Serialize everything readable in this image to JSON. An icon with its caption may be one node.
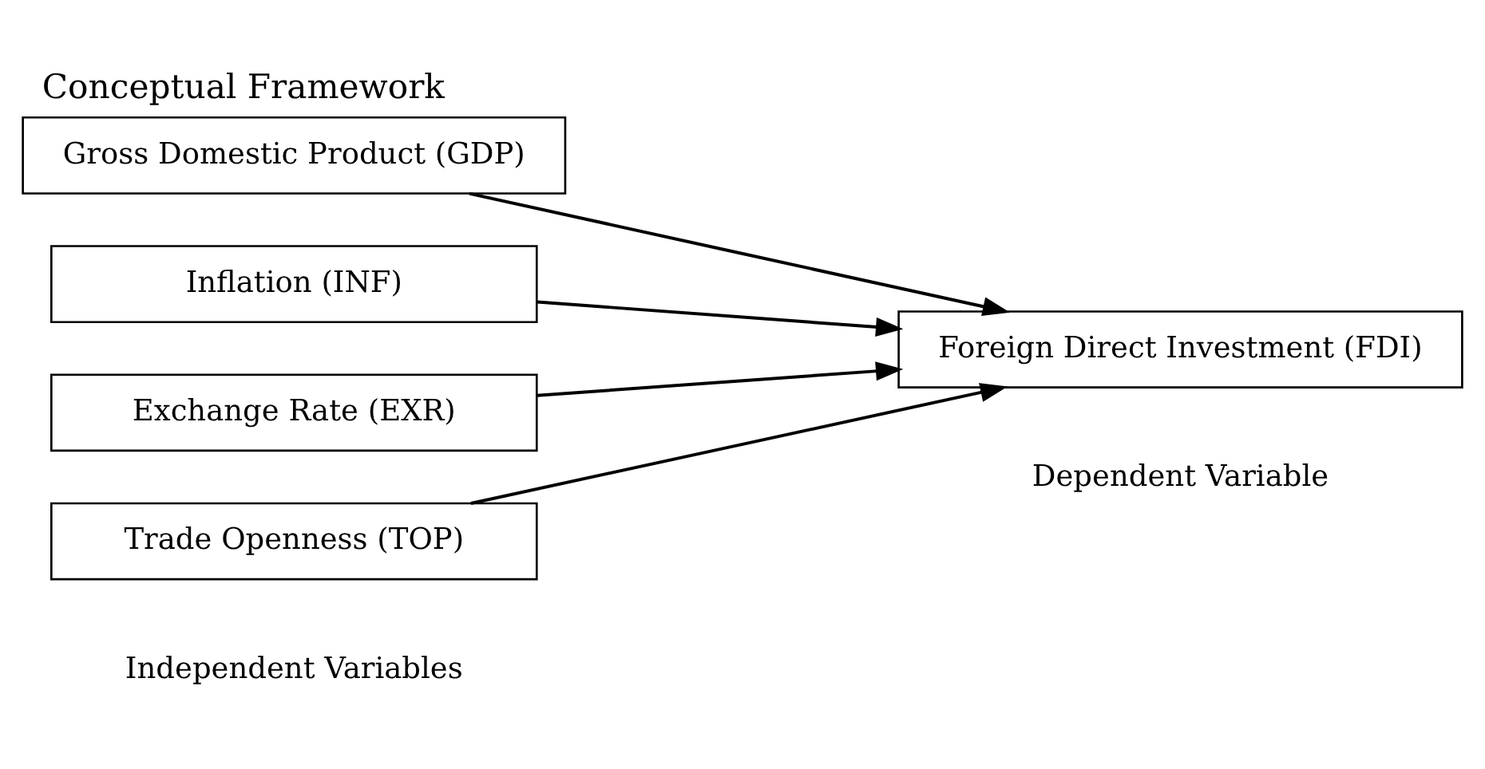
{
  "diagram": {
    "title": "Conceptual Framework",
    "nodes": [
      {
        "text": [
          "Gross Domestic Product (GDP)"
        ]
      },
      {
        "text": [
          "Inflation (INF)"
        ]
      },
      {
        "text": [
          "Exchange Rate (EXR)"
        ]
      },
      {
        "text": [
          "Trade Openness (TOP)"
        ]
      },
      {
        "text": [
          "Foreign Direct Investment (FDI)"
        ]
      }
    ],
    "edges": [
      {
        "from": 0,
        "to": 4,
        "arrow": "to"
      },
      {
        "from": 1,
        "to": 4,
        "arrow": "to"
      },
      {
        "from": 2,
        "to": 4,
        "arrow": "to"
      },
      {
        "from": 3,
        "to": 4,
        "arrow": "to"
      }
    ],
    "labels": [
      "Independent Variables",
      "Dependent Variable"
    ]
  }
}
